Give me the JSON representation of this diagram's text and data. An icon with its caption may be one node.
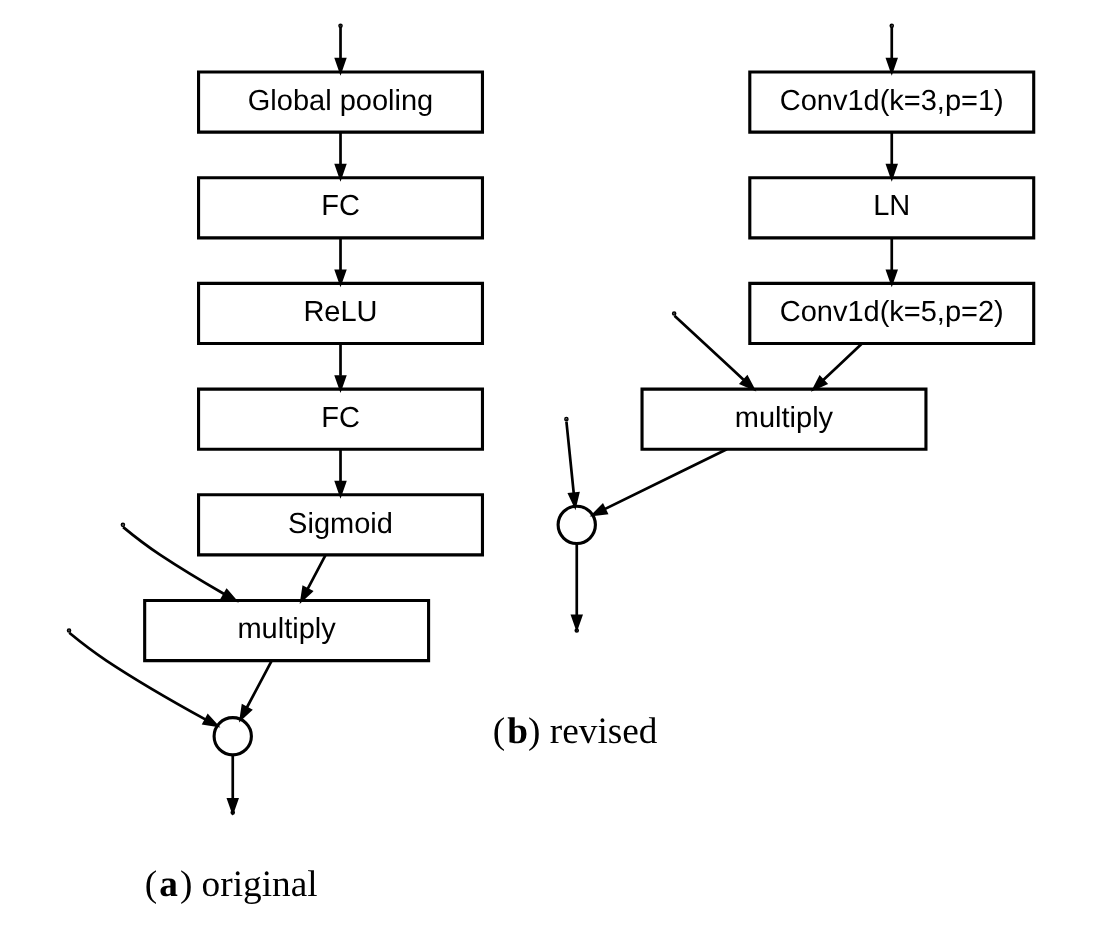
{
  "diagram": {
    "nodes": [
      {
        "text": [
          "Global pooling"
        ]
      },
      {
        "text": [
          "FC"
        ]
      },
      {
        "text": [
          "ReLU"
        ]
      },
      {
        "text": [
          "FC"
        ]
      },
      {
        "text": [
          "Sigmoid"
        ]
      },
      {
        "text": [
          "multiply"
        ]
      },
      {
        "text": [],
        "shape": "circle"
      },
      {
        "text": [
          "Conv1d(k=3,p=1)"
        ]
      },
      {
        "text": [
          "LN"
        ]
      },
      {
        "text": [
          "Conv1d(k=5,p=2)"
        ]
      },
      {
        "text": [
          "multiply"
        ]
      },
      {
        "text": [],
        "shape": "circle"
      }
    ],
    "edges": [
      {
        "from": null,
        "to": 5,
        "arrow": "to"
      },
      {
        "from": null,
        "to": 0,
        "arrow": "to"
      },
      {
        "from": null,
        "to": 6,
        "arrow": "to"
      },
      {
        "from": 0,
        "to": 1,
        "arrow": "to"
      },
      {
        "from": 1,
        "to": 2,
        "arrow": "to"
      },
      {
        "from": 2,
        "to": 3,
        "arrow": "to"
      },
      {
        "from": 3,
        "to": 4,
        "arrow": "to"
      },
      {
        "from": 4,
        "to": 5,
        "arrow": "to"
      },
      {
        "from": 5,
        "to": 6,
        "arrow": "to"
      },
      {
        "from": 6,
        "to": null,
        "arrow": "to"
      },
      {
        "from": null,
        "to": 10,
        "arrow": "to"
      },
      {
        "from": null,
        "to": 7,
        "arrow": "to"
      },
      {
        "from": null,
        "to": 11,
        "arrow": "to"
      },
      {
        "from": 7,
        "to": 8,
        "arrow": "to"
      },
      {
        "from": 8,
        "to": 9,
        "arrow": "to"
      },
      {
        "from": 9,
        "to": 10,
        "arrow": "to"
      },
      {
        "from": 10,
        "to": 11,
        "arrow": "to"
      },
      {
        "from": 11,
        "to": null,
        "arrow": "to"
      }
    ],
    "labels": [
      "(**a**) original",
      "(**b**) revised"
    ]
  }
}
